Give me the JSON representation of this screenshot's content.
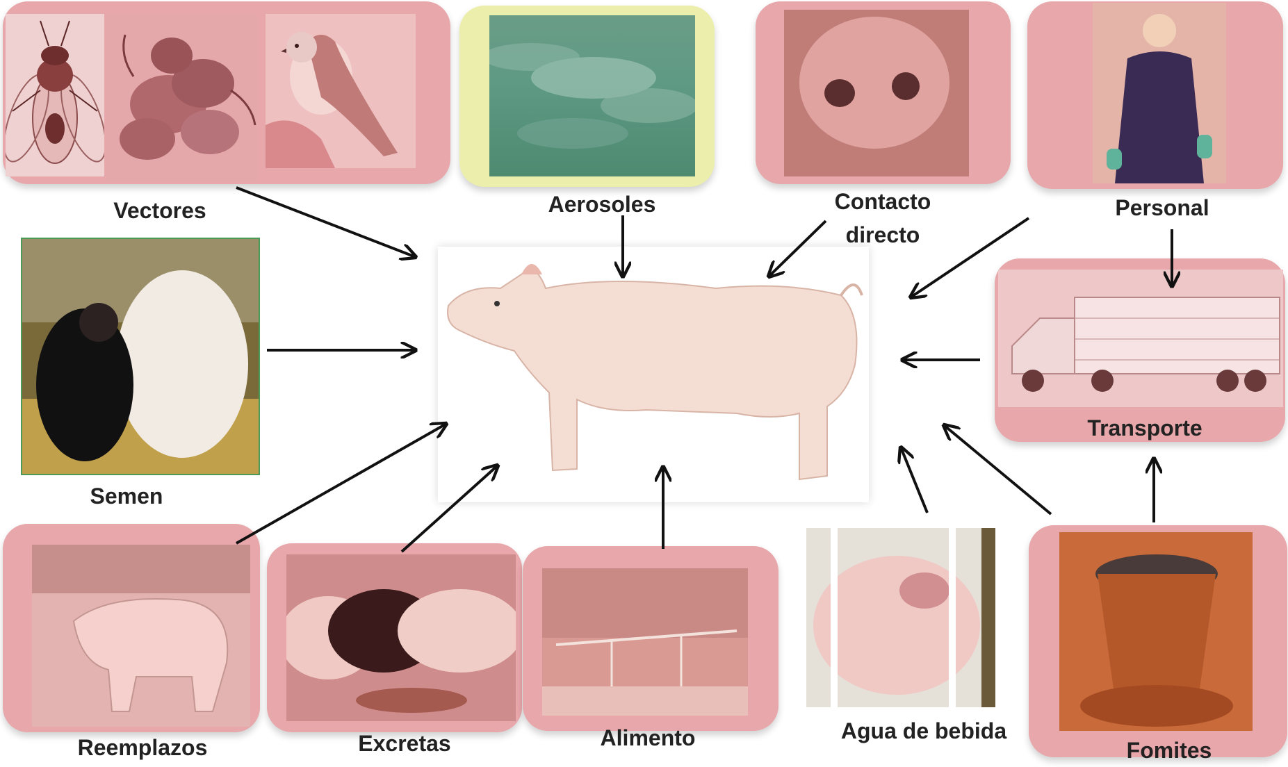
{
  "labels": {
    "vectores": "Vectores",
    "aerosoles": "Aerosoles",
    "contacto_line1": "Contacto",
    "contacto_line2": "directo",
    "personal": "Personal",
    "semen": "Semen",
    "transporte": "Transporte",
    "reemplazos": "Reemplazos",
    "excretas": "Excretas",
    "alimento": "Alimento",
    "agua": "Agua de bebida",
    "fomites": "Fomites"
  },
  "colors": {
    "card_pink": "#e8a7ab",
    "card_yellow": "#ecefac",
    "arrow": "#111111"
  },
  "icons": {
    "center": "pig-photo",
    "vectores": [
      "fly-photo",
      "rodents-photo",
      "sparrow-photo"
    ],
    "aerosoles": "sky-photo",
    "contacto": "pig-snout-photo",
    "personal": "worker-photo",
    "semen": "insemination-photo",
    "transporte": "livestock-truck-photo",
    "reemplazos": "gilt-photo",
    "excretas": "piglets-photo",
    "alimento": "feeder-photo",
    "agua": "pig-drinking-photo",
    "fomites": "muddy-boot-photo"
  }
}
